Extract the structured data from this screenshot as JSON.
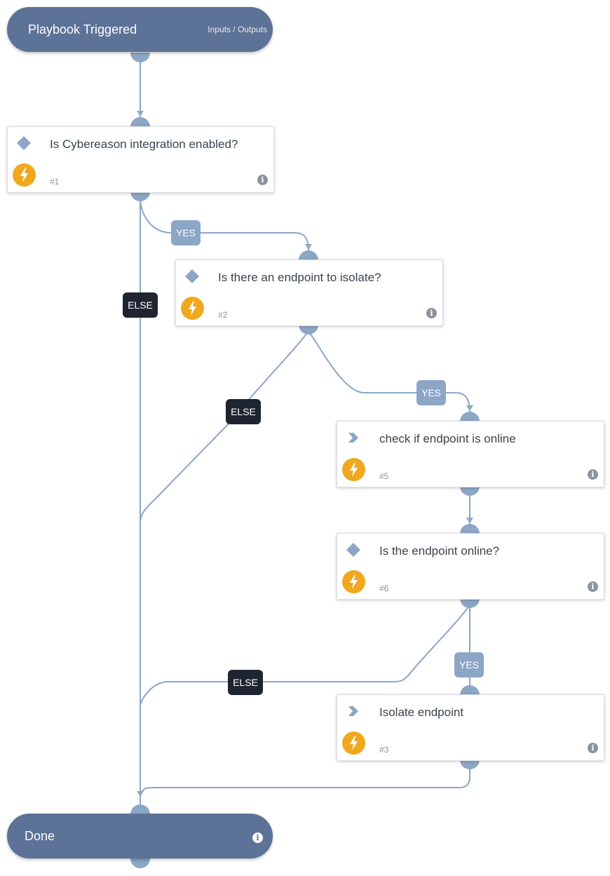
{
  "start": {
    "title": "Playbook Triggered",
    "io_link": "Inputs / Outputs"
  },
  "tasks": [
    {
      "id": "t1",
      "kind": "condition",
      "label": "Is Cybereason integration enabled?",
      "number": "#1"
    },
    {
      "id": "t2",
      "kind": "condition",
      "label": "Is there an endpoint to isolate?",
      "number": "#2"
    },
    {
      "id": "t5",
      "kind": "command",
      "label": "check if endpoint is online",
      "number": "#5"
    },
    {
      "id": "t6",
      "kind": "condition",
      "label": "Is the endpoint online?",
      "number": "#6"
    },
    {
      "id": "t3",
      "kind": "command",
      "label": "Isolate endpoint",
      "number": "#3"
    }
  ],
  "branches": {
    "yes": "YES",
    "else": "ELSE"
  },
  "end": {
    "title": "Done"
  },
  "icons": {
    "condition": "diamond-icon",
    "command": "chevron-icon",
    "automation": "lightning-icon",
    "info": "info-icon"
  },
  "colors": {
    "node_fill": "#5c7296",
    "connector": "#8ca6c6",
    "yes_tag": "#8ca6c6",
    "else_tag": "#1e2430",
    "automation_badge": "#f0a81e"
  }
}
